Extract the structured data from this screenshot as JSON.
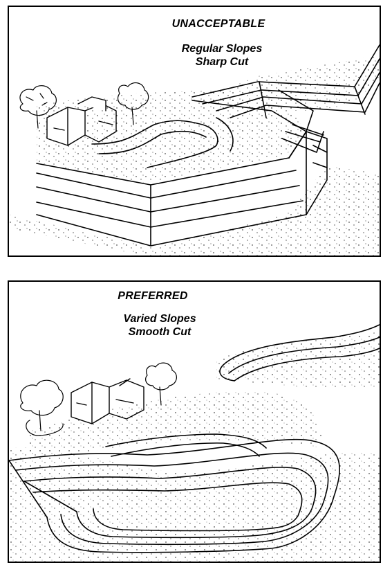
{
  "panels": [
    {
      "heading": "UNACCEPTABLE",
      "line1": "Regular Slopes",
      "line2": "Sharp Cut"
    },
    {
      "heading": "PREFERRED",
      "line1": "Varied Slopes",
      "line2": "Smooth Cut"
    }
  ]
}
